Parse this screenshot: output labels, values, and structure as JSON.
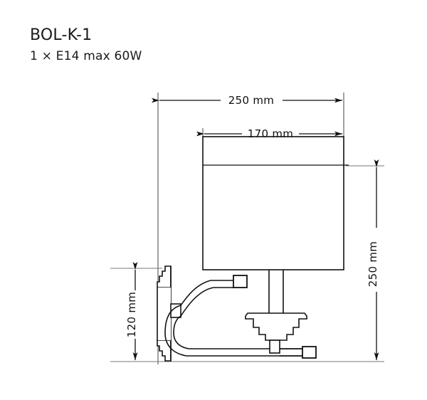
{
  "document": {
    "kind": "technical-dimension-drawing",
    "background_color": "#ffffff",
    "line_color": "#111111"
  },
  "title_block": {
    "product_code": "BOL-K-1",
    "specification": "1 × E14 max 60W"
  },
  "dimensions": {
    "overall_width": {
      "label": "250 mm",
      "orientation": "horizontal",
      "position": "top-outer"
    },
    "shade_width": {
      "label": "170 mm",
      "orientation": "horizontal",
      "position": "top-inner"
    },
    "overall_height": {
      "label": "250 mm",
      "orientation": "vertical",
      "position": "right"
    },
    "backplate_height": {
      "label": "120 mm",
      "orientation": "vertical",
      "position": "left"
    }
  },
  "parts": [
    {
      "name": "lampshade",
      "description": "rectangular fabric shade"
    },
    {
      "name": "wall-backplate",
      "description": "stepped wall mounting plate"
    },
    {
      "name": "decorative-arm",
      "description": "U-shaped curved arm"
    },
    {
      "name": "lamp-holder",
      "description": "stepped E14 socket holder"
    },
    {
      "name": "upper-cable",
      "description": "cable with end connector"
    },
    {
      "name": "lower-cable",
      "description": "cable with end connector"
    }
  ]
}
